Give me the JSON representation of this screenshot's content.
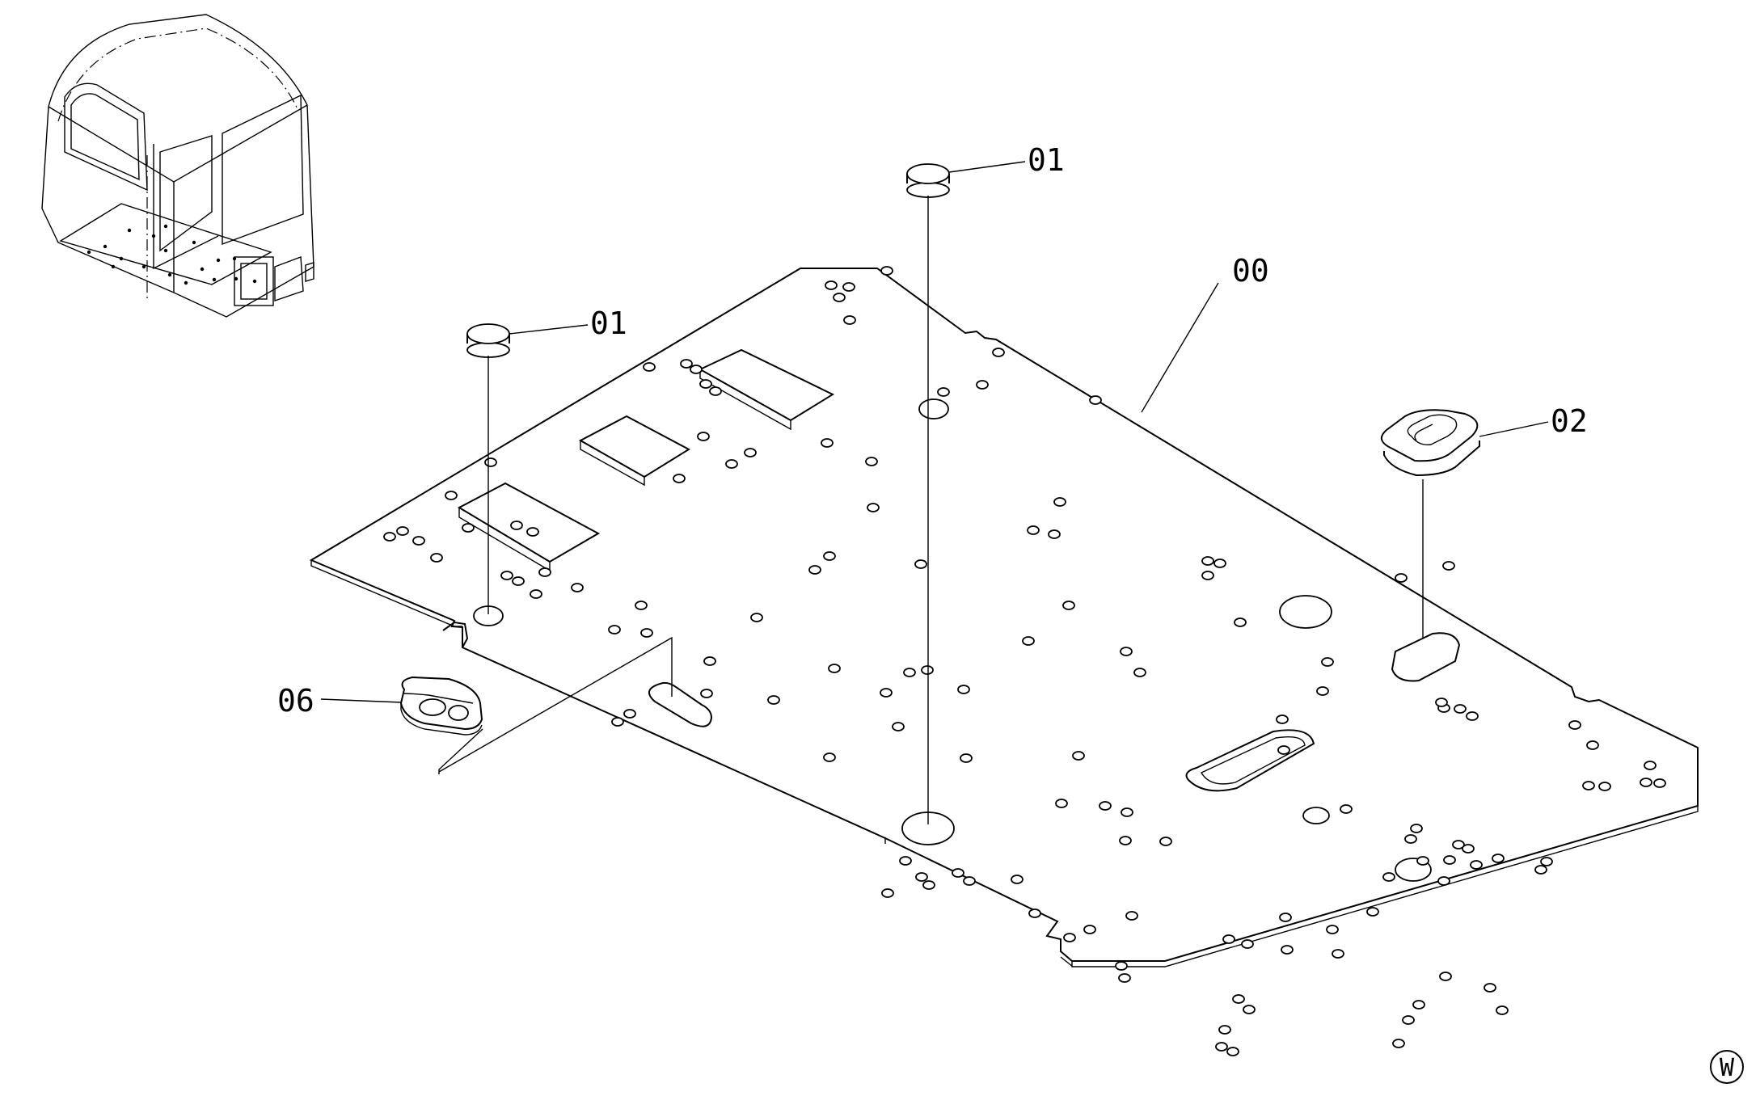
{
  "diagram": {
    "callouts": [
      {
        "id": "part-00",
        "label": "00"
      },
      {
        "id": "part-01-a",
        "label": "01"
      },
      {
        "id": "part-01-b",
        "label": "01"
      },
      {
        "id": "part-02",
        "label": "02"
      },
      {
        "id": "part-06",
        "label": "06"
      }
    ],
    "corner_mark": "W"
  }
}
